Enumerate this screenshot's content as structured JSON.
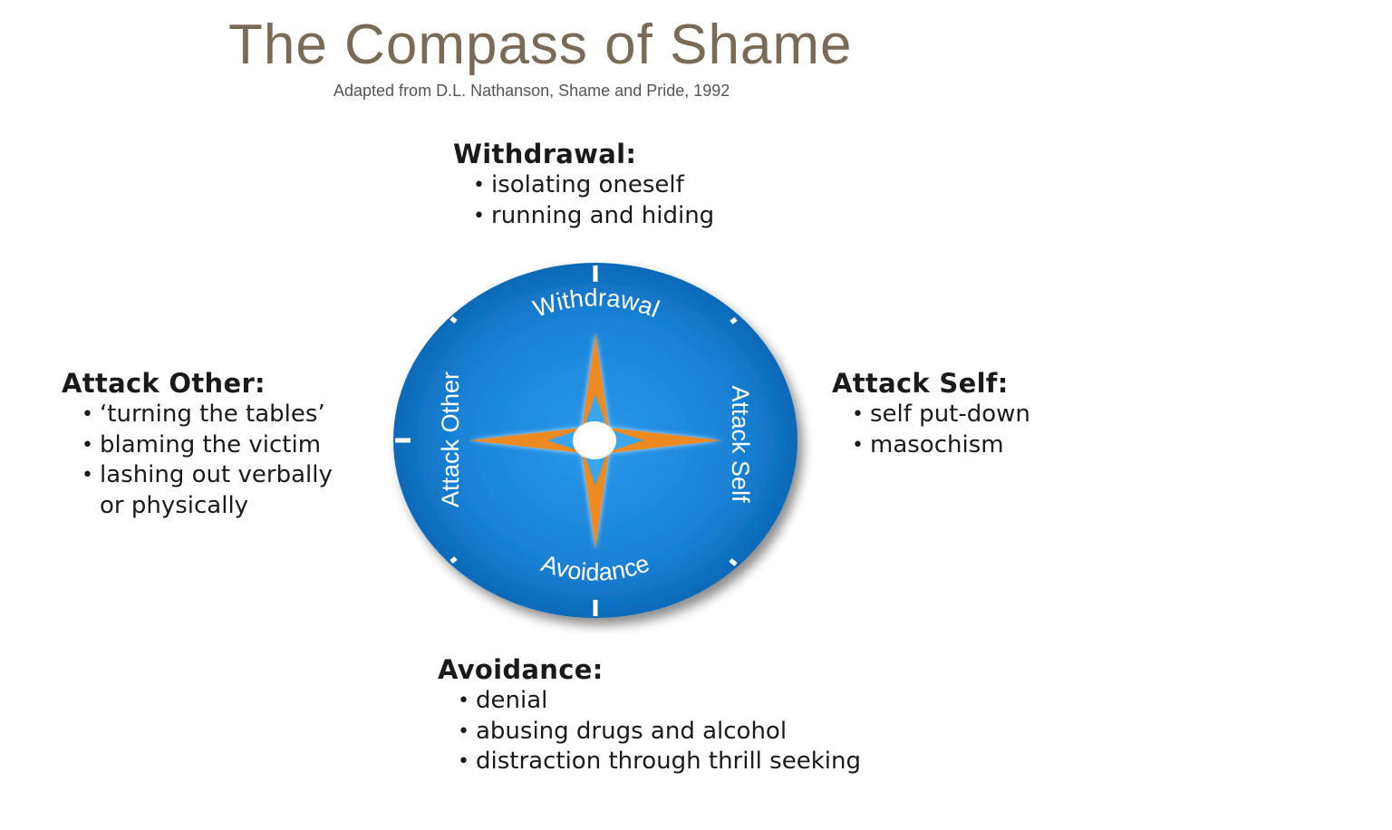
{
  "header": {
    "title": "The Compass of Shame",
    "subtitle": "Adapted from D.L. Nathanson, Shame and Pride, 1992"
  },
  "compass": {
    "labels": {
      "top": "Withdrawal",
      "right": "Attack Self",
      "bottom": "Avoidance",
      "left": "Attack Other"
    },
    "colors": {
      "dial_center": "#2a94e4",
      "dial_edge": "#0d6dbc",
      "star": "#ee8a22",
      "hub": "#ffffff",
      "ticks": "#ffffff"
    }
  },
  "sections": {
    "withdrawal": {
      "heading": "Withdrawal:",
      "items": [
        "isolating oneself",
        "running and hiding"
      ]
    },
    "attack_other": {
      "heading": "Attack Other:",
      "items": [
        "‘turning the tables’",
        "blaming the victim",
        "lashing out verbally",
        "or physically"
      ]
    },
    "attack_self": {
      "heading": "Attack Self:",
      "items": [
        "self put-down",
        "masochism"
      ]
    },
    "avoidance": {
      "heading": "Avoidance:",
      "items": [
        "denial",
        "abusing drugs and alcohol",
        "distraction through thrill seeking"
      ]
    }
  }
}
